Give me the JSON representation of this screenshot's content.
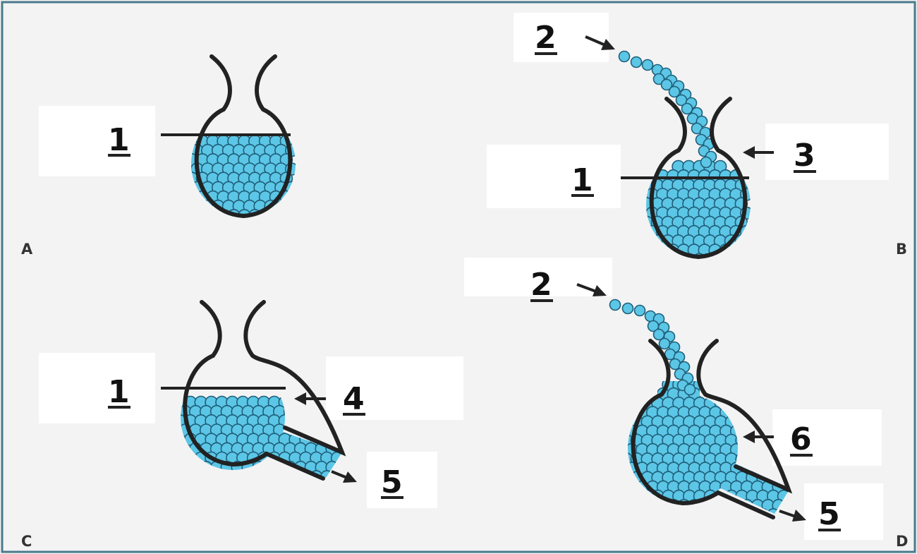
{
  "panels": {
    "A": {
      "letter": "A",
      "labels": {
        "level": "1"
      }
    },
    "B": {
      "letter": "B",
      "labels": {
        "inflow": "2",
        "level": "1",
        "neck": "3"
      }
    },
    "C": {
      "letter": "C",
      "labels": {
        "level": "1",
        "surface": "4",
        "outflow": "5"
      }
    },
    "D": {
      "letter": "D",
      "labels": {
        "inflow": "2",
        "body": "6",
        "outflow": "5"
      }
    }
  },
  "colors": {
    "background": "#f3f3f3",
    "frame": "#4a7a8c",
    "particle_fill": "#5cc6e6",
    "particle_stroke": "#1f5f7a",
    "outline": "#222222"
  }
}
